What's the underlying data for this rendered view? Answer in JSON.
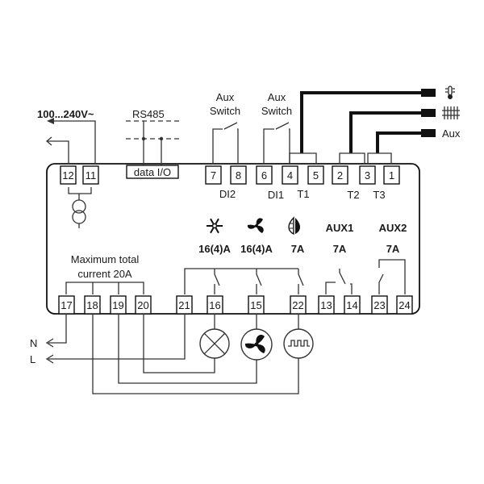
{
  "supply_label": "100...240V~",
  "rs485_label": "RS485",
  "data_io_label": "data I/O",
  "aux_switch_label": [
    "Aux",
    "Switch"
  ],
  "top_terminals": [
    "12",
    "11",
    "7",
    "8",
    "6",
    "4",
    "5",
    "2",
    "3",
    "1"
  ],
  "input_labels": {
    "di2": "DI2",
    "di1": "DI1",
    "t1": "T1",
    "t2": "T2",
    "t3": "T3"
  },
  "probe_aux_label": "Aux",
  "relay_ratings": {
    "r1": "16(4)A",
    "r2": "16(4)A",
    "r3": "7A",
    "aux1_name": "AUX1",
    "aux1": "7A",
    "aux2_name": "AUX2",
    "aux2": "7A"
  },
  "max_current_label": [
    "Maximum total",
    "current 20A"
  ],
  "bottom_terminals": [
    "17",
    "18",
    "19",
    "20",
    "21",
    "16",
    "15",
    "22",
    "13",
    "14",
    "23",
    "24"
  ],
  "neutral_label": "N",
  "line_label": "L",
  "icons": [
    "snowflake-icon",
    "fan-icon",
    "defrost-icon",
    "thermometer-icon",
    "evaporator-icon",
    "lamp-icon",
    "fan-motor-icon",
    "heater-icon",
    "transformer-icon"
  ]
}
